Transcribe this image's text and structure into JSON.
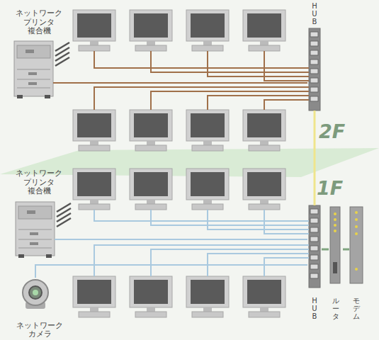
{
  "diagram": {
    "nodes": [
      {
        "text": [
          "ネットワーク プリンタ 複合機"
        ]
      },
      {
        "text": [
          "HUB"
        ]
      },
      {
        "text": [
          "ネットワーク プリンタ 複合機"
        ]
      },
      {
        "text": [
          "ネットワーク カメラ"
        ]
      },
      {
        "text": [
          "HUB"
        ]
      },
      {
        "text": [
          "ルータ"
        ]
      },
      {
        "text": [
          "モデム"
        ]
      }
    ],
    "edges": [
      {
        "from": 0,
        "to": 1,
        "arrow": "none"
      },
      {
        "from": 1,
        "to": 4,
        "arrow": "none"
      },
      {
        "from": 2,
        "to": 4,
        "arrow": "none"
      },
      {
        "from": 3,
        "to": 4,
        "arrow": "none"
      },
      {
        "from": 4,
        "to": 5,
        "arrow": "none"
      },
      {
        "from": 5,
        "to": 6,
        "arrow": "none"
      }
    ],
    "labels": [
      "2F",
      "1F"
    ]
  }
}
